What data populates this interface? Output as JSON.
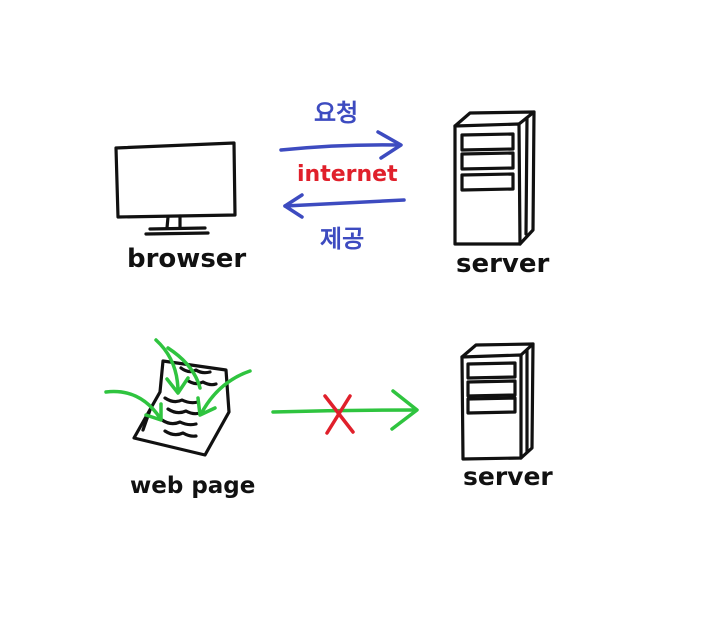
{
  "top_row": {
    "browser_label": "browser",
    "request_label": "요청",
    "internet_label": "internet",
    "provide_label": "제공",
    "server_label": "server"
  },
  "bottom_row": {
    "webpage_label": "web page",
    "server_label": "server"
  },
  "colors": {
    "ink": "#111111",
    "arrow_blue": "#3d4bc0",
    "internet_red": "#e0202b",
    "arrow_green": "#2fc43f",
    "cross_red": "#e0202b"
  }
}
